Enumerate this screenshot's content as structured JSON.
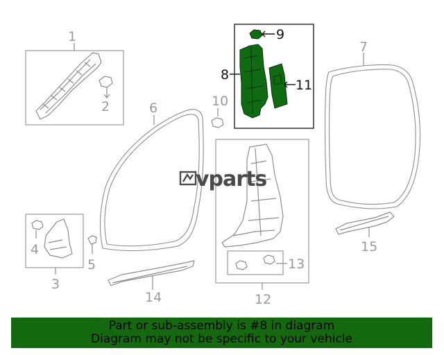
{
  "diagram": {
    "highlighted_part": "8",
    "callouts": {
      "p1": "1",
      "p2": "2",
      "p3": "3",
      "p4": "4",
      "p5": "5",
      "p6": "6",
      "p7": "7",
      "p8": "8",
      "p9": "9",
      "p10": "10",
      "p11": "11",
      "p12": "12",
      "p13": "13",
      "p14": "14",
      "p15": "15"
    },
    "watermark": "vparts"
  },
  "colors": {
    "highlight_fill": "#0f6b12",
    "banner_bg": "#14690f",
    "line_gray": "#8c8c8c"
  },
  "banner": {
    "line1": "Part or sub-assembly is #8 in diagram",
    "line2": "Diagram may not be specific to your vehicle"
  }
}
